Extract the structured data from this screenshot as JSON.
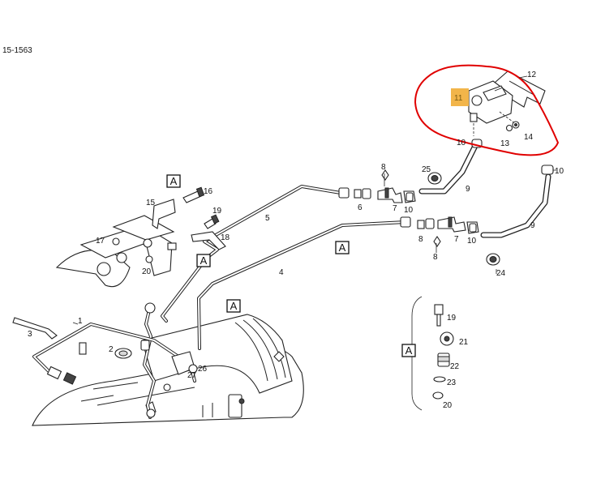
{
  "reference_code": "15-1563",
  "callout_letter": "A",
  "part_numbers": {
    "p1": "1",
    "p2": "2",
    "p3": "3",
    "p4": "4",
    "p5": "5",
    "p6": "6",
    "p7a": "7",
    "p7b": "7",
    "p8a": "8",
    "p8b": "8",
    "p8c": "8",
    "p9a": "9",
    "p9b": "9",
    "p10a": "10",
    "p10b": "10",
    "p10c": "10",
    "p10d": "10",
    "p11": "11",
    "p12": "12",
    "p13": "13",
    "p14": "14",
    "p15": "15",
    "p16": "16",
    "p17": "17",
    "p18": "18",
    "p19a": "19",
    "p19b": "19",
    "p20a": "20",
    "p20b": "20",
    "p21": "21",
    "p22": "22",
    "p23": "23",
    "p24": "24",
    "p25": "25",
    "p26": "26",
    "p27": "27"
  },
  "colors": {
    "highlight_fill": "#f2b54a",
    "markup_ring": "#e00000",
    "line": "#222222"
  }
}
